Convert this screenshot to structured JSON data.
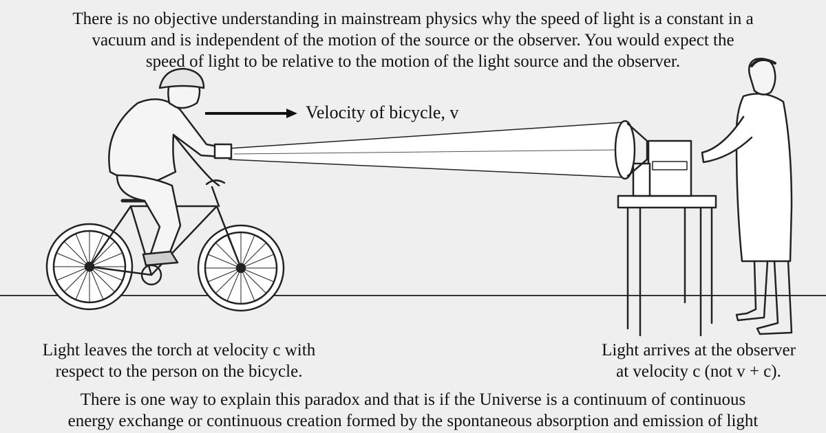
{
  "colors": {
    "background": "#efefef",
    "ink": "#111111",
    "beam": "#ffffff"
  },
  "text": {
    "intro": "There is no objective understanding in mainstream physics why the speed of light is a constant in a\nvacuum and is independent of the motion of the source or the observer. You would expect the\nspeed of light to be relative to the motion of the light source and the observer.",
    "velocity_label": "Velocity of bicycle, v",
    "left_caption": "Light leaves the torch at velocity c with\nrespect to the person on the bicycle.",
    "right_caption": "Light arrives at the observer\nat velocity c (not v + c).",
    "conclusion": "There is one way to explain this paradox and that is if the Universe is a continuum of continuous\nenergy exchange or continuous creation formed by the spontaneous absorption and emission of light"
  },
  "icons": {
    "cyclist": "cyclist-with-torch-icon",
    "observer": "scientist-with-apparatus-icon",
    "arrow": "arrow-right-icon"
  }
}
